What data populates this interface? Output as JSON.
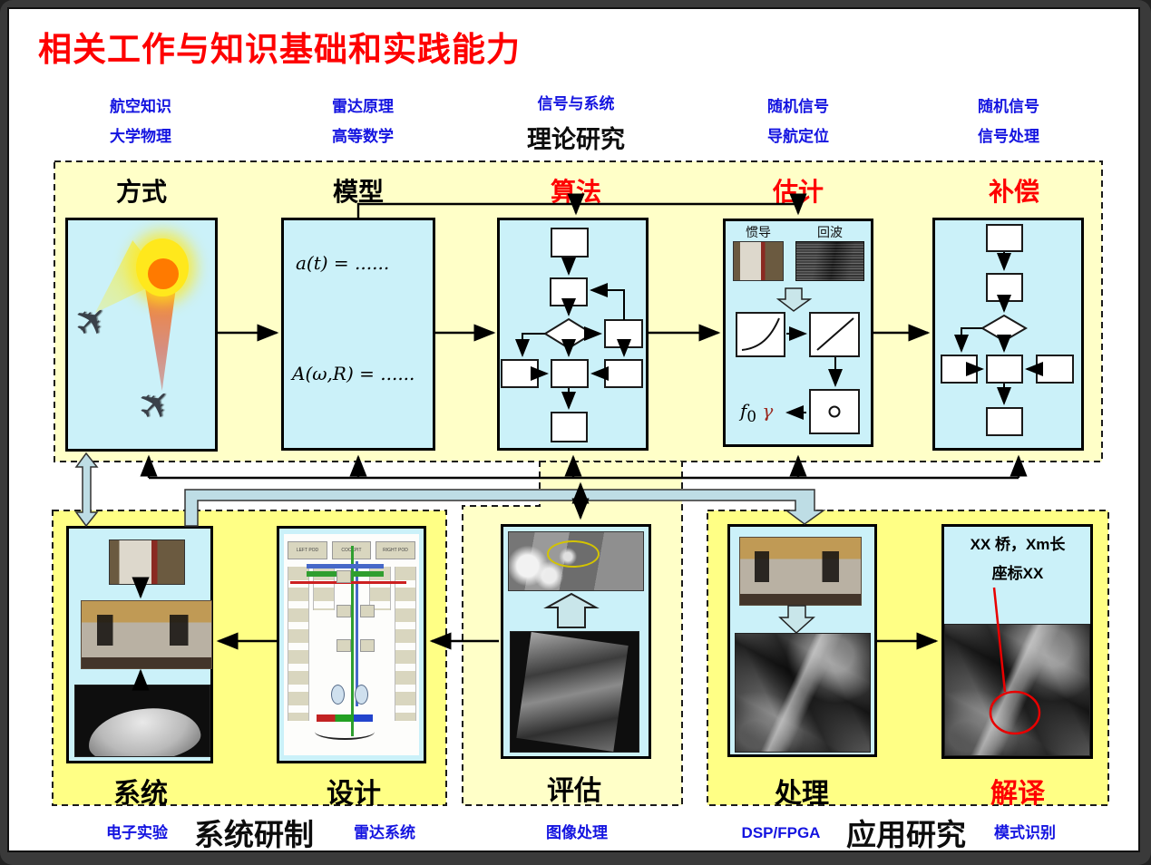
{
  "colors": {
    "accent_red": "#fe0000",
    "label_blue": "#1414e0",
    "pale_yellow": "#ffffc8",
    "bright_yellow": "#ffff85",
    "panel_cyan": "#cbf1f9"
  },
  "title": "相关工作与知识基础和实践能力",
  "knowledge_top": [
    {
      "line1": "航空知识",
      "line2": "大学物理"
    },
    {
      "line1": "雷达原理",
      "line2": "高等数学"
    },
    {
      "line1": "信号与系统",
      "line2": ""
    },
    {
      "line1": "随机信号",
      "line2": "导航定位"
    },
    {
      "line1": "随机信号",
      "line2": "信号处理"
    }
  ],
  "section_titles": {
    "theory": "理论研究",
    "development": "系统研制",
    "application": "应用研究"
  },
  "stages_top": {
    "mode": "方式",
    "model": "模型",
    "algorithm": "算法",
    "estimation": "估计",
    "compensation": "补偿"
  },
  "stages_bottom": {
    "system": "系统",
    "design": "设计",
    "evaluation": "评估",
    "processing": "处理",
    "interpretation": "解译"
  },
  "model_box": {
    "eq1": "a(t) = ......",
    "eq2": "A(ω,R) = ......"
  },
  "estimation_box": {
    "ins_label": "惯导",
    "echo_label": "回波",
    "f": "f",
    "f_sub": "0",
    "gamma": "γ"
  },
  "interpretation_box": {
    "note_line1": "XX 桥，Xm长",
    "note_line2": "座标XX"
  },
  "design_box": {
    "headers": [
      "LEFT POD",
      "COCKPIT",
      "RIGHT POD"
    ]
  },
  "knowledge_bottom": {
    "electronics": "电子实验",
    "radar_system": "雷达系统",
    "image_processing": "图像处理",
    "dsp_fpga": "DSP/FPGA",
    "pattern_recognition": "模式识别"
  }
}
